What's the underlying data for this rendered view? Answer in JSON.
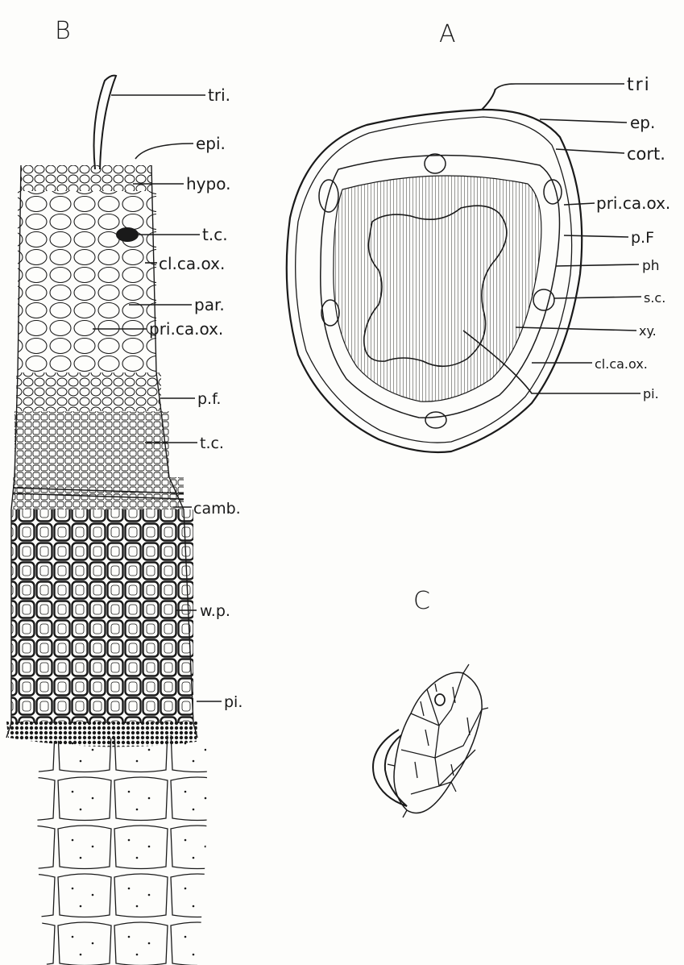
{
  "figure": {
    "panels": {
      "a": "A",
      "b": "B",
      "c": "C"
    },
    "labels_b": {
      "tri": "tri.",
      "epi": "epi.",
      "hypo": "hypo.",
      "tc1": "t.c.",
      "clcaox": "cl.ca.ox.",
      "par": "par.",
      "pricaox": "pri.ca.ox.",
      "pf": "p.f.",
      "tc2": "t.c.",
      "camb": "camb.",
      "wp": "w.p.",
      "pi": "pi."
    },
    "labels_a": {
      "tri": "tri",
      "ep": "ep.",
      "cort": "cort.",
      "pricaox": "pri.ca.ox.",
      "pf": "p.F",
      "ph": "ph",
      "sc": "s.c.",
      "xy": "xy.",
      "clcaox": "cl.ca.ox.",
      "pi": "pi."
    }
  }
}
